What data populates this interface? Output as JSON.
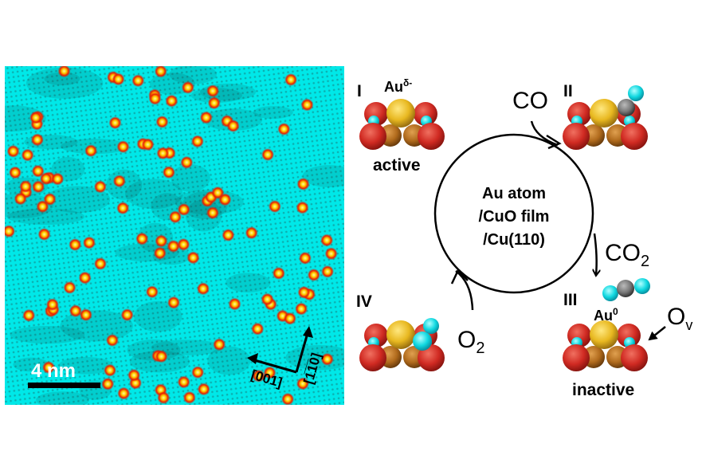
{
  "stm_image": {
    "scale_bar_label": "4 nm",
    "direction_x_label": "[001]",
    "direction_y_label": "[1̅1̅0]"
  },
  "cycle": {
    "center_lines": [
      "Au atom",
      "/CuO film",
      "/Cu(110)"
    ],
    "states": [
      {
        "numeral": "I",
        "charge_label": "Au",
        "charge_sup": "δ-",
        "status": "active"
      },
      {
        "numeral": "II"
      },
      {
        "numeral": "III",
        "charge_label": "Au",
        "charge_sup": "0",
        "status": "inactive"
      },
      {
        "numeral": "IV"
      }
    ],
    "reactants": {
      "co": "CO",
      "co2": "CO",
      "co2_sub": "2",
      "o2": "O",
      "o2_sub": "2",
      "ov": "O",
      "ov_sub": "v"
    }
  },
  "colors": {
    "stm_background": "#00e5e5",
    "adatom_core": "#ffe000",
    "adatom_ring": "#e02000",
    "oxygen": "#d8302a",
    "gold": "#f0c020",
    "copper": "#b87020",
    "carbon": "#777777",
    "cyan_atom": "#20d8e0"
  }
}
